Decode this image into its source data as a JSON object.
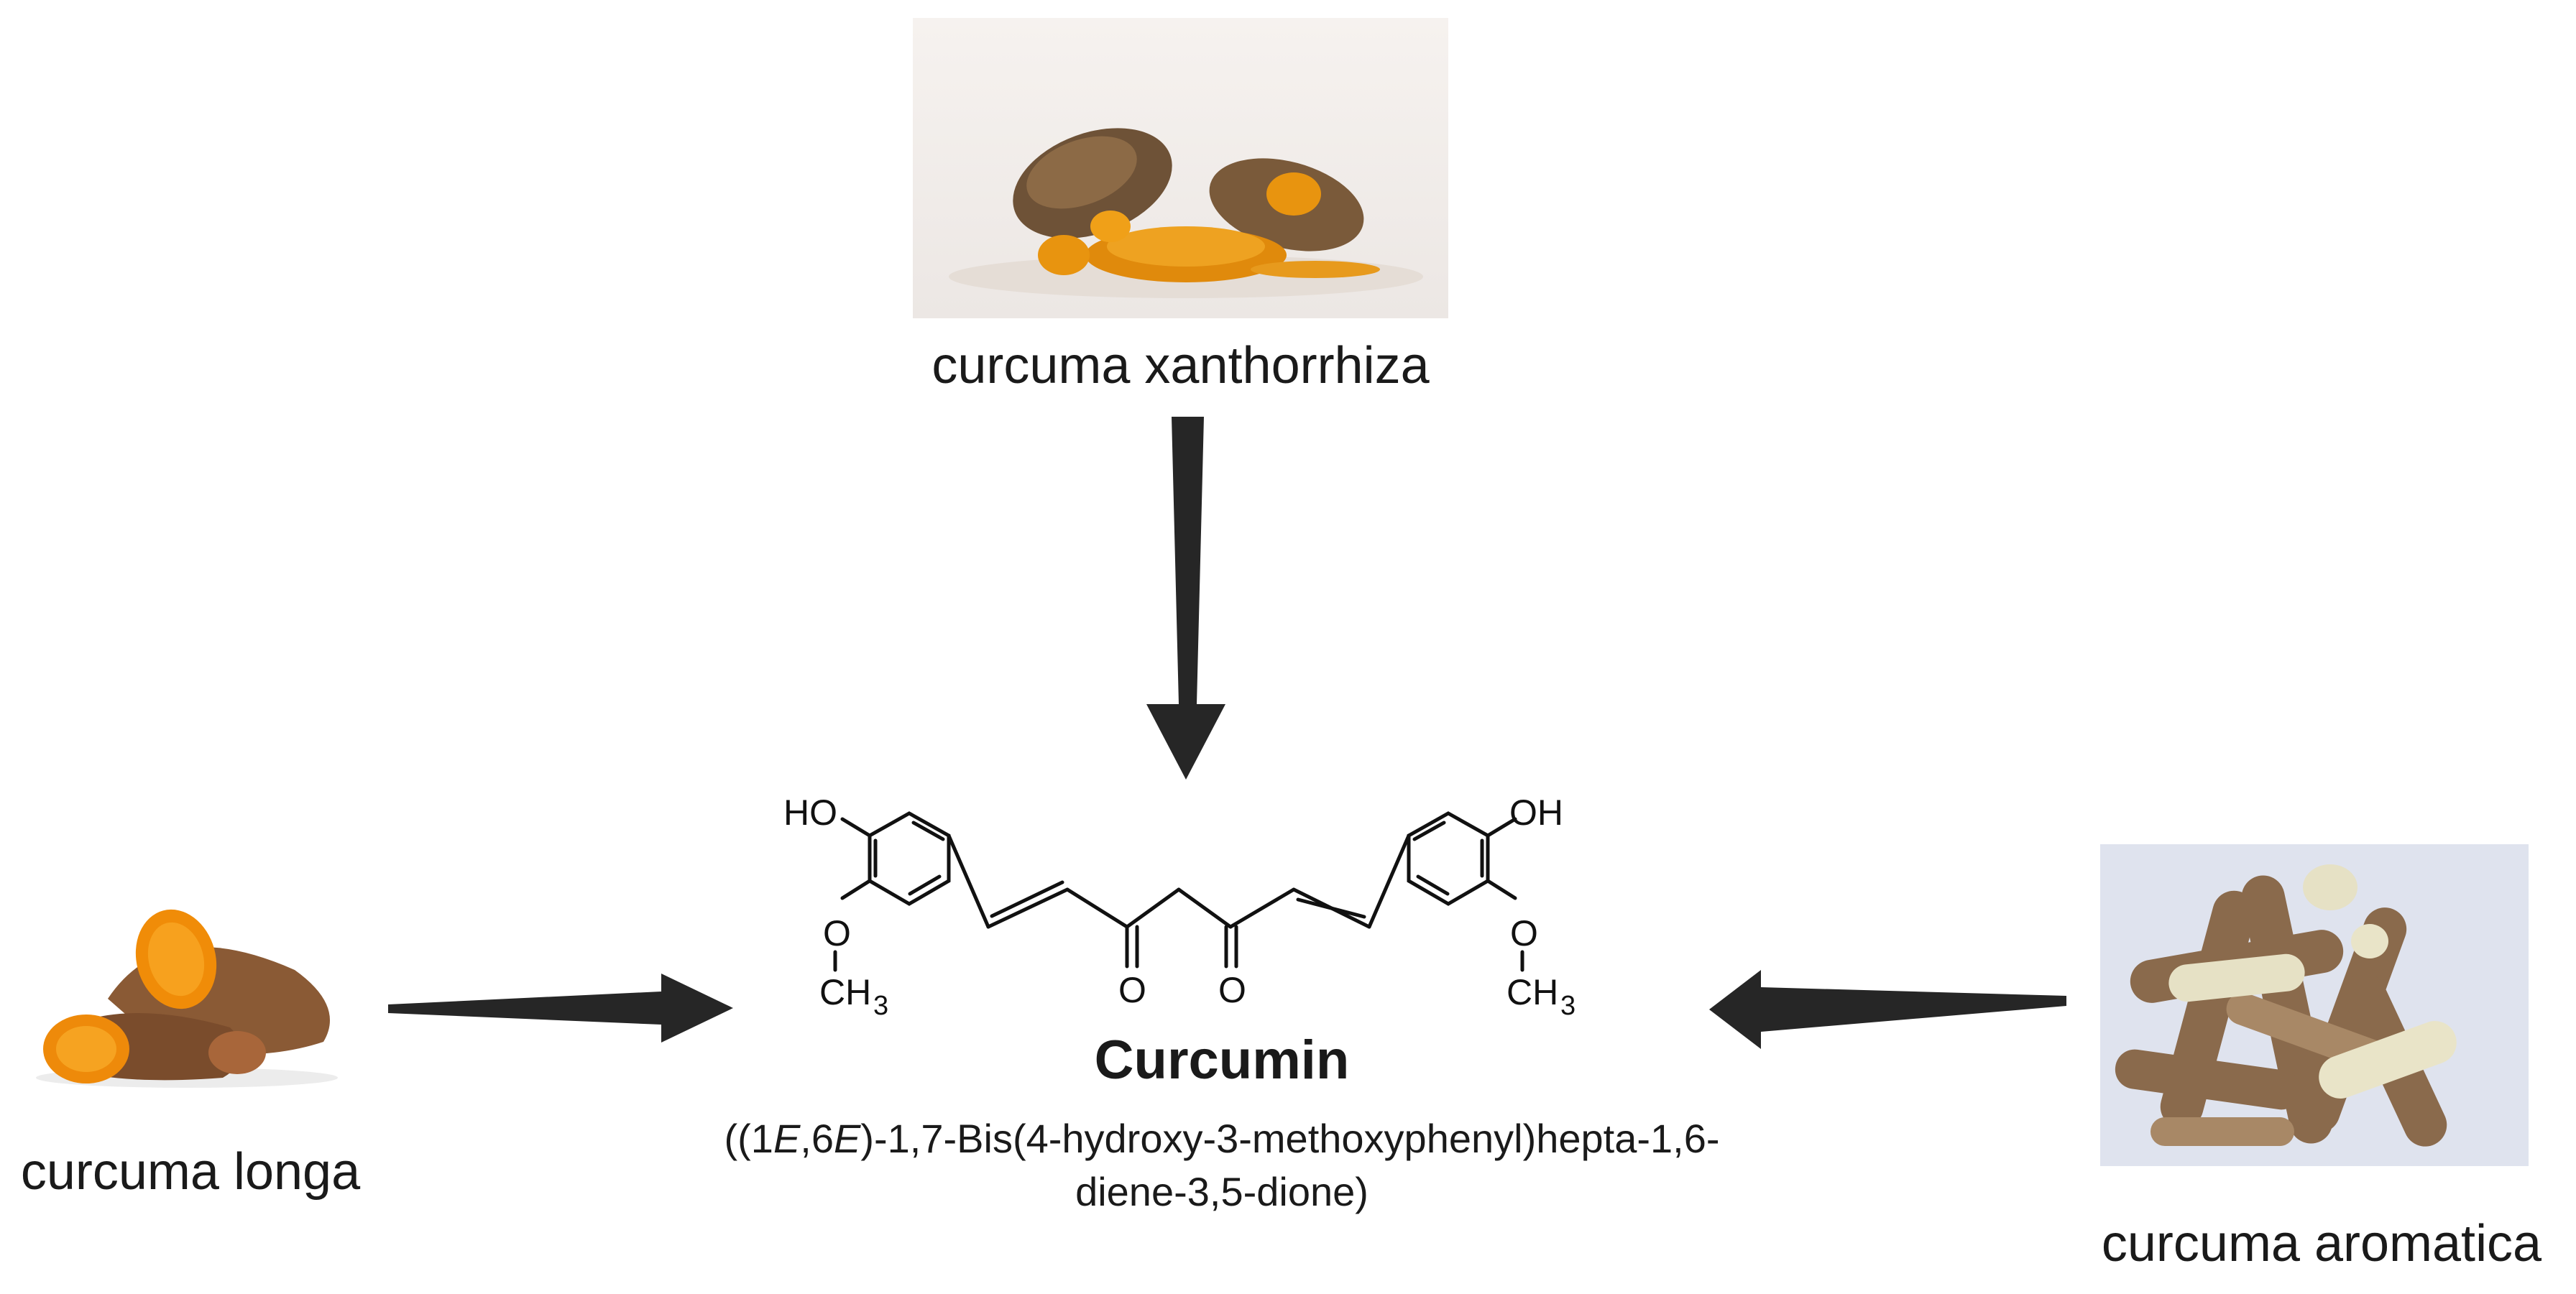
{
  "sources": {
    "top": {
      "label": "curcuma xanthorrhiza",
      "icon": "xanthorrhiza-rhizome-photo"
    },
    "left": {
      "label": "curcuma longa",
      "icon": "longa-rhizome-photo"
    },
    "right": {
      "label": "curcuma aromatica",
      "icon": "aromatica-rhizome-photo"
    }
  },
  "molecule": {
    "name": "Curcumin",
    "iupac_line1_prefix": "((1",
    "iupac_e1": "E",
    "iupac_comma": ",6",
    "iupac_e2": "E",
    "iupac_line1_suffix": ")-1,7-Bis(4-hydroxy-3-methoxyphenyl)hepta-1,6-",
    "iupac_line2": "diene-3,5-dione)",
    "atoms": {
      "ho": "HO",
      "oh": "OH",
      "o_methoxy": "O",
      "ch3_c": "CH",
      "ch3_sub": "3",
      "o_keto": "O"
    }
  },
  "colors": {
    "arrow": "#262626",
    "bond": "#111111",
    "turmeric": "#e8940f",
    "skin": "#8a5a35"
  }
}
